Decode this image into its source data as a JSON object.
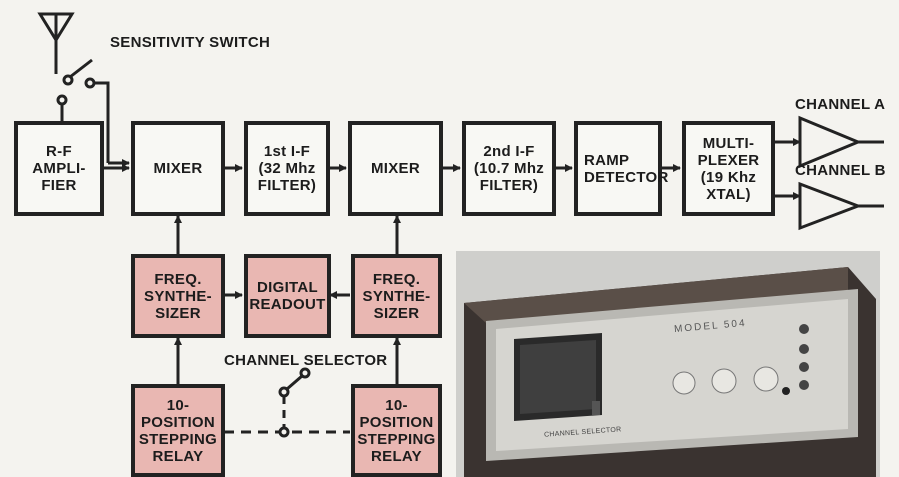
{
  "labels": {
    "sensitivity_switch": "SENSITIVITY SWITCH",
    "channel_selector": "CHANNEL SELECTOR",
    "channel_a": "CHANNEL A",
    "channel_b": "CHANNEL B"
  },
  "blocks": {
    "rf_amplifier": "R-F\nAMPLI-\nFIER",
    "mixer_1": "MIXER",
    "if_1": "1st I-F\n(32 Mhz\nFILTER)",
    "mixer_2": "MIXER",
    "if_2": "2nd I-F\n(10.7 Mhz\nFILTER)",
    "ramp_detector": "RAMP\nDETECTOR",
    "multiplexer": "MULTI-\nPLEXER\n(19 Khz\nXTAL)",
    "freq_synth_1": "FREQ.\nSYNTHE-\nSIZER",
    "digital_readout": "DIGITAL\nREADOUT",
    "freq_synth_2": "FREQ.\nSYNTHE-\nSIZER",
    "relay_1": "10-\nPOSITION\nSTEPPING\nRELAY",
    "relay_2": "10-\nPOSITION\nSTEPPING\nRELAY"
  },
  "photo": {
    "model_text": "MODEL 504",
    "panel_text": "CHANNEL SELECTOR"
  },
  "colors": {
    "block_fill": "#f8f8f4",
    "highlight_fill": "#e9b7b2",
    "line": "#222222"
  }
}
